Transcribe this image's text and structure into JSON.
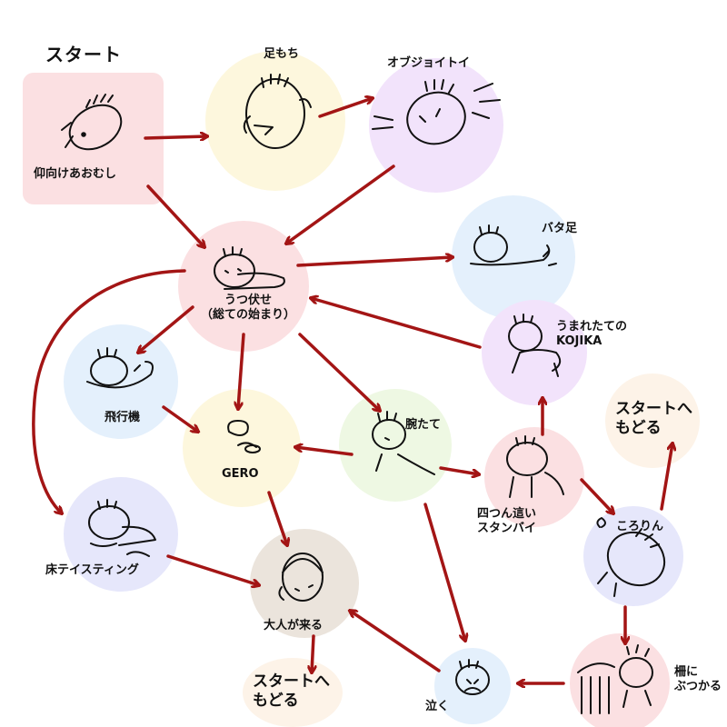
{
  "title": "スタート",
  "colors": {
    "arrow": "#a31515",
    "pink": "#fbe0e2",
    "yellow": "#fdf7dd",
    "lavender": "#f2e3fb",
    "blue": "#e4f0fc",
    "green": "#eef8e3",
    "periwinkle": "#e6e7fb",
    "taupe": "#ebe4dc",
    "cream": "#fdf3e8"
  },
  "nodes": {
    "aomuke": "仰向けあおむし",
    "ashimochi": "足もち",
    "objet": "オブジョイトイ",
    "utsubuse_1": "うつ伏せ",
    "utsubuse_2": "（総ての始まり）",
    "batakashi": "バタ足",
    "umareta_1": "うまれたての",
    "umareta_2": "KOJIKA",
    "hikouki": "飛行機",
    "gero": "GERO",
    "udetate": "腕たて",
    "yotsunbai_1": "四つん這い",
    "yotsunbai_2": "スタンバイ",
    "start_back_1_a": "スタートへ",
    "start_back_1_b": "もどる",
    "kororin": "ころりん",
    "yuka_1": "床テイスティング",
    "otona": "大人が来る",
    "start_back_2_a": "スタートへ",
    "start_back_2_b": "もどる",
    "naku": "泣く",
    "saku_1": "柵に",
    "saku_2": "ぶつかる"
  },
  "icons": [
    "baby-on-back-icon",
    "baby-holding-feet-icon",
    "baby-excited-icon",
    "baby-prone-icon",
    "baby-kicking-icon",
    "baby-wobbly-icon",
    "baby-airplane-icon",
    "vomit-icon",
    "baby-pushup-icon",
    "baby-crawl-ready-icon",
    "baby-rolling-icon",
    "baby-licking-floor-icon",
    "adult-face-icon",
    "baby-crying-icon",
    "baby-crib-bump-icon"
  ]
}
